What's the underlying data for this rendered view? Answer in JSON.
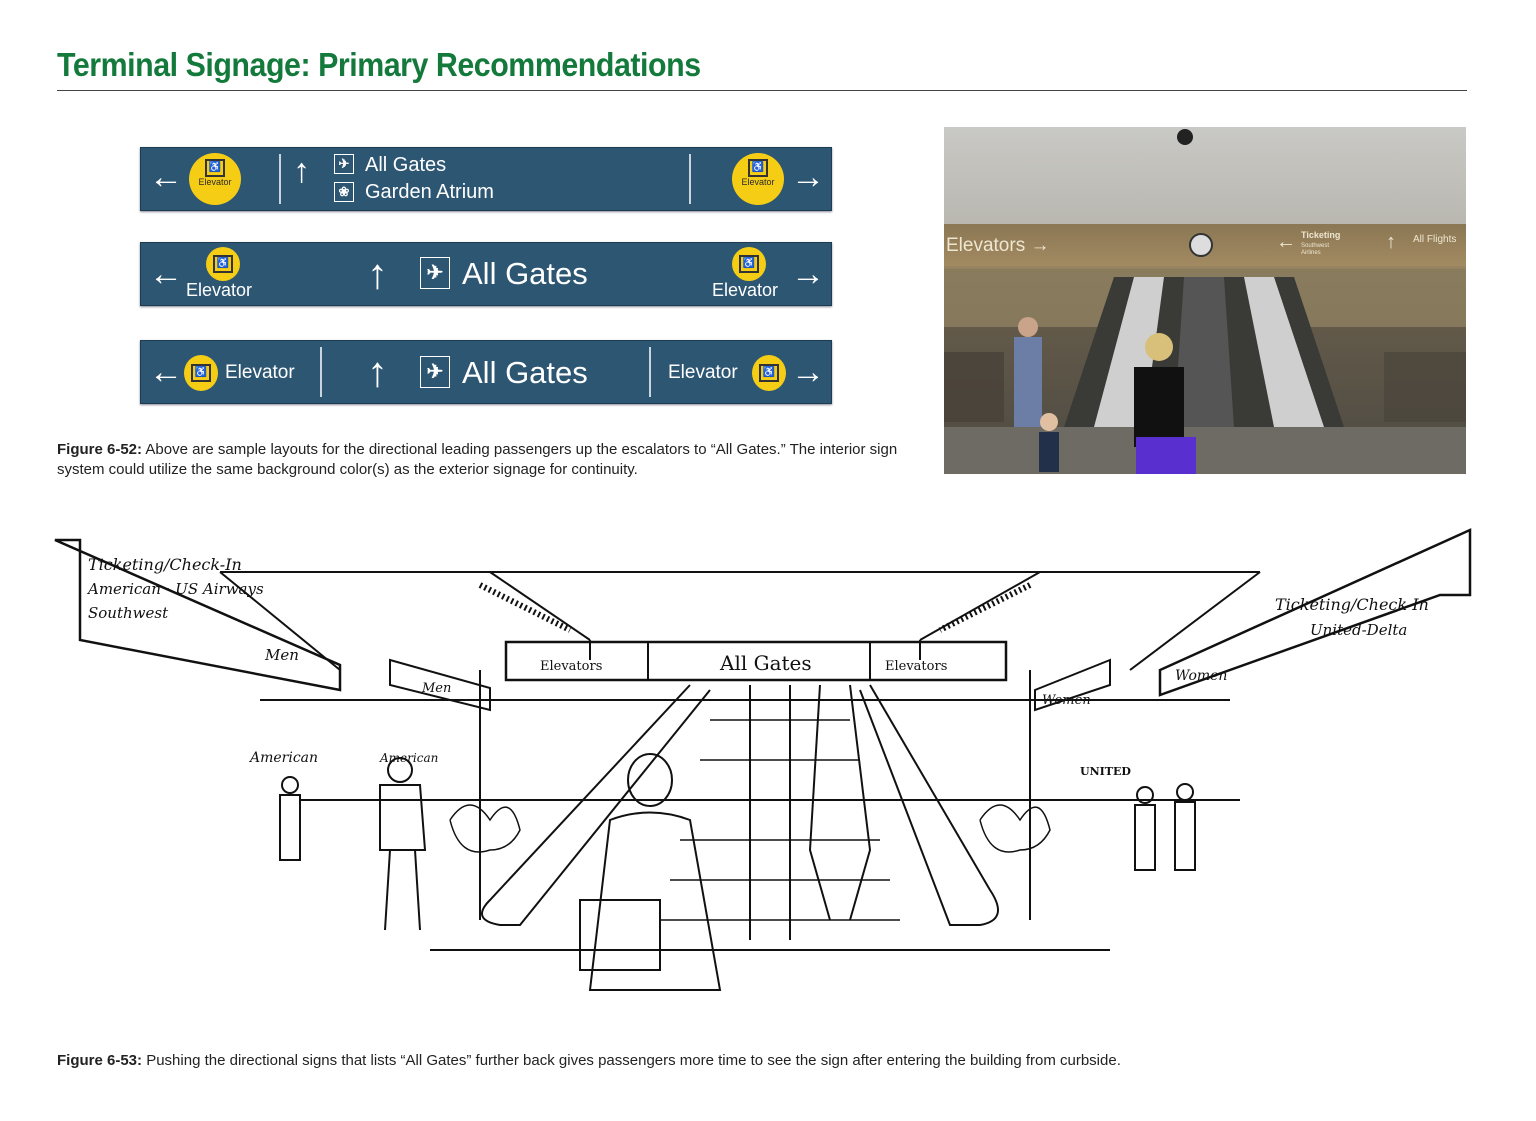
{
  "page_title": "Terminal Signage: Primary Recommendations",
  "colors": {
    "title": "#137a3c",
    "sign_bg": "#2d5673",
    "elevator_icon": "#f6cd15"
  },
  "signs": [
    {
      "left_arrow": "←",
      "elevator_label": "Elevator",
      "up_arrow": "↑",
      "lines": [
        "All Gates",
        "Garden Atrium"
      ],
      "right_arrow": "→"
    },
    {
      "left_arrow": "←",
      "elevator_label": "Elevator",
      "up_arrow": "↑",
      "lines": [
        "All Gates"
      ],
      "right_arrow": "→"
    },
    {
      "left_arrow": "←",
      "elevator_label": "Elevator",
      "up_arrow": "↑",
      "lines": [
        "All Gates"
      ],
      "right_arrow": "→"
    }
  ],
  "photo": {
    "sign_elevators": "Elevators →",
    "sign_ticketing": "Ticketing",
    "sign_ticketing_sub": "Southwest Airlines",
    "sign_flights": "All Flights"
  },
  "figure_52": {
    "label": "Figure 6-52:",
    "text": "Above are sample layouts for the directional leading passengers up the escalators to “All Gates.” The interior sign system could utilize the same background color(s) as the exterior signage for continuity."
  },
  "sketch": {
    "left_banner": [
      "Ticketing/Check-In",
      "American · US Airways",
      "Southwest",
      "Men"
    ],
    "center_sign": {
      "left": "Elevators",
      "center": "All Gates",
      "right": "Elevators"
    },
    "right_banner": [
      "Women",
      "Ticketing/Check-In",
      "United-Delta"
    ],
    "left_small": "Men",
    "right_small": "Women",
    "american": "American",
    "american2": "American",
    "united": "UNITED"
  },
  "figure_53": {
    "label": "Figure 6-53:",
    "text": "Pushing the directional signs that lists “All Gates” further back gives passengers more time to see the sign after entering the building from curbside."
  }
}
